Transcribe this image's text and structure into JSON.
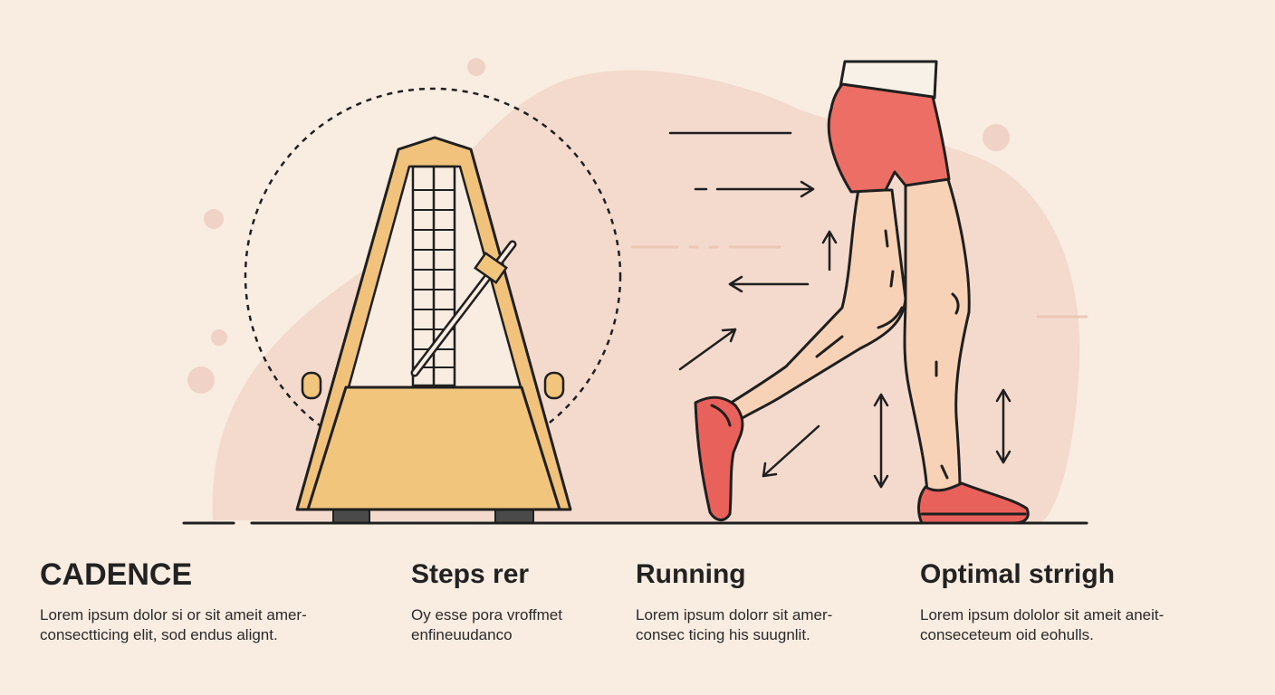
{
  "colors": {
    "background": "#f9ece1",
    "blob": "#f3d9cc",
    "metronome_frame": "#f0c27b",
    "metronome_body": "#f2c57c",
    "shorts": "#ec6e64",
    "shoe": "#e8615a",
    "skin": "#f7d2b6",
    "line": "#1f1f1f"
  },
  "icons": [
    "metronome-icon",
    "running-leg-icon",
    "motion-arrow-icon"
  ],
  "sections": [
    {
      "title": "CADENCE",
      "text_line1": "Lorem ipsum dolor si or sit ameit amer-",
      "text_line2": "consectticing elit, sod endus alignt."
    },
    {
      "title": "Steps rer",
      "text_line1": "Oy esse pora vroffmet",
      "text_line2": "enfineuudanco"
    },
    {
      "title": "Running",
      "text_line1": "Lorem ipsum dolorr sit amer-",
      "text_line2": "consec ticing his suugnlit."
    },
    {
      "title": "Optimal strrigh",
      "text_line1": "Lorem ipsum dololor sit ameit aneit-",
      "text_line2": "conseceteum oid eohulls."
    }
  ]
}
